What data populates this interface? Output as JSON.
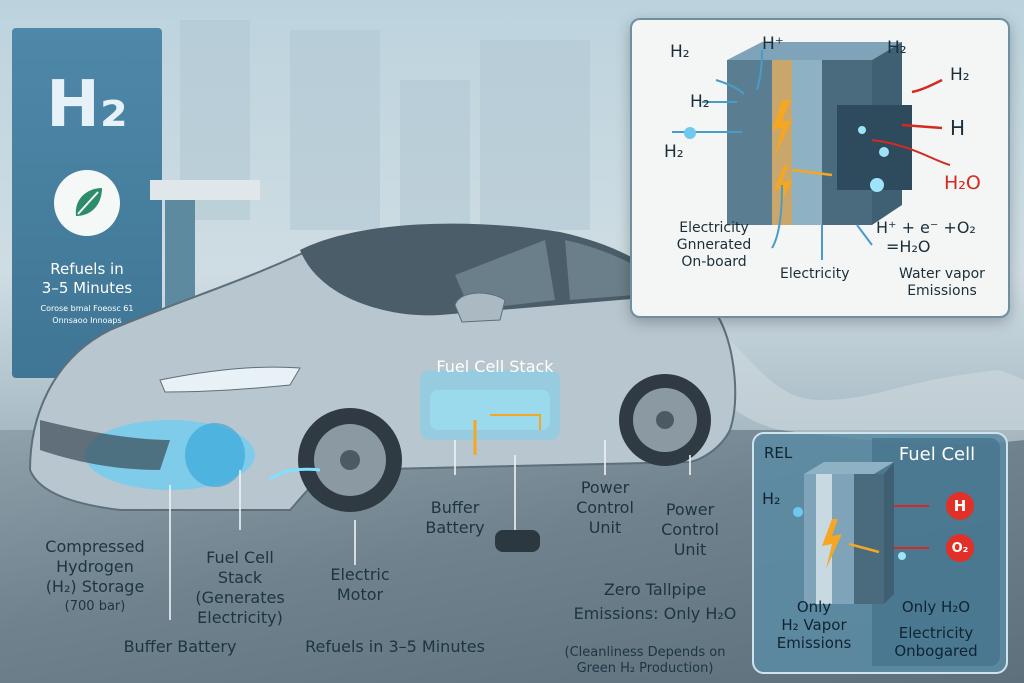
{
  "station": {
    "logo": "H₂",
    "refuel_line1": "Refuels in",
    "refuel_line2": "3–5 Minutes",
    "small_line1": "Corose bmal Foeosc 61",
    "small_line2": "Onnsaoo Innoaps",
    "icon": "leaf-icon"
  },
  "car_labels": {
    "fuel_cell_stack": "Fuel Cell Stack",
    "storage_1": "Compressed",
    "storage_2": "Hydrogen",
    "storage_3": "(H₂) Storage",
    "storage_4": "(700 bar)",
    "fcs_1": "Fuel Cell",
    "fcs_2": "Stack",
    "fcs_3": "(Generates",
    "fcs_4": "Electricity)",
    "motor_1": "Electric",
    "motor_2": "Motor",
    "buffer_1": "Buffer",
    "buffer_2": "Battery",
    "pcu1_1": "Power",
    "pcu1_2": "Control",
    "pcu1_3": "Unit",
    "pcu2_1": "Power",
    "pcu2_2": "Control",
    "pcu2_3": "Unit",
    "buffer_bottom": "Buffer Battery",
    "refuel_bottom": "Refuels in 3–5 Minutes",
    "zero_1": "Zero Tallpipe",
    "zero_2": "Emissions: Only H₂O",
    "clean_1": "(Cleanliness Depends on",
    "clean_2": "Green H₂ Production)"
  },
  "top_inset": {
    "h2_a": "H₂",
    "h_plus": "H⁺",
    "h2_b": "H₂",
    "h2_c": "H₂",
    "h2_d": "H₂",
    "h2_e": "H₂",
    "h_out": "H",
    "h2o": "H₂O",
    "elec_1": "Electricity",
    "elec_2": "Gnnerated",
    "elec_3": "On-board",
    "electricity": "Electricity",
    "eq_1": "H⁺ + e⁻ +O₂",
    "eq_2": "=H₂O",
    "water_1": "Water vapor",
    "water_2": "Emissions"
  },
  "bottom_inset": {
    "rel": "REL",
    "title": "Fuel Cell",
    "h2_in": "H₂",
    "h_out": "H",
    "o2_out": "O₂",
    "left_1": "Only",
    "left_2": "H₂ Vapor",
    "left_3": "Emissions",
    "right_1": "Only  H₂O",
    "right_2": "Electricity",
    "right_3": "Onbogared"
  },
  "colors": {
    "accent_blue": "#4fc3f7",
    "panel_blue": "#5a8ca5",
    "red": "#d42a20",
    "orange": "#f5a623"
  }
}
